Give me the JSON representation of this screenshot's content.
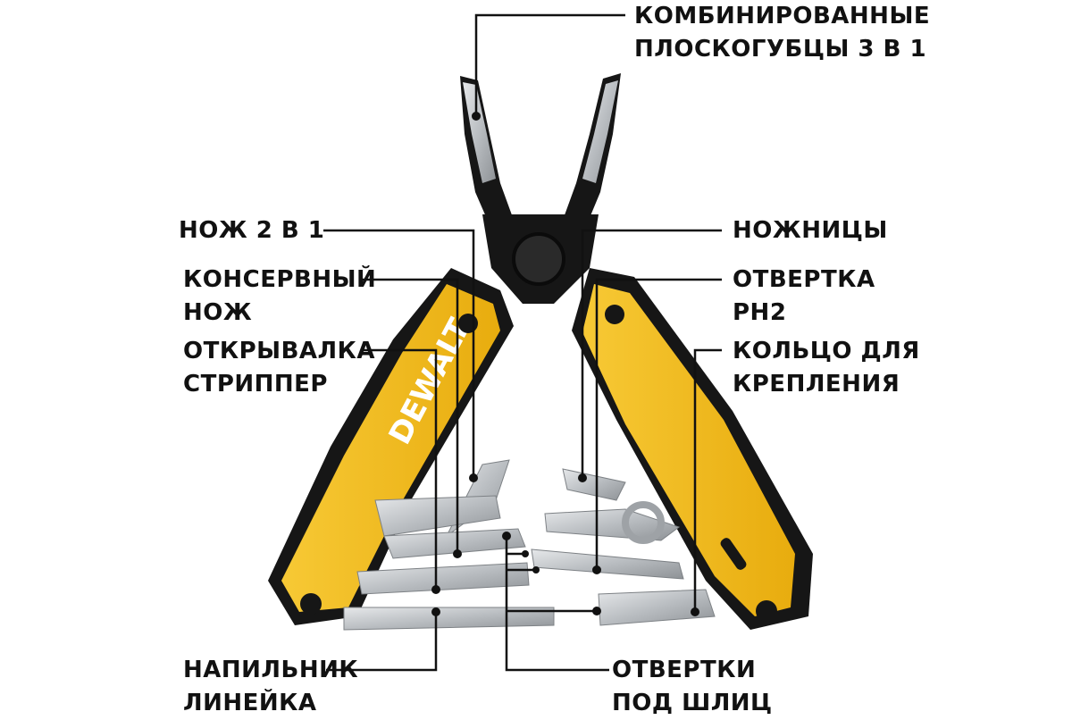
{
  "labels": {
    "pliers": {
      "line1": "КОМБИНИРОВАННЫЕ",
      "line2": "ПЛОСКОГУБЦЫ 3 В 1"
    },
    "knife": {
      "line1": "НОЖ 2 В 1"
    },
    "can_opener": {
      "line1": "КОНСЕРВНЫЙ",
      "line2": "НОЖ"
    },
    "bottle_opener": {
      "line1": "ОТКРЫВАЛКА",
      "line2": "СТРИППЕР"
    },
    "file_ruler": {
      "line1": "НАПИЛЬНИК",
      "line2": "ЛИНЕЙКА"
    },
    "scissors": {
      "line1": "НОЖНИЦЫ"
    },
    "phillips": {
      "line1": "ОТВЕРТКА",
      "line2": "PH2"
    },
    "ring": {
      "line1": "КОЛЬЦО ДЛЯ",
      "line2": "КРЕПЛЕНИЯ"
    },
    "slotted": {
      "line1": "ОТВЕРТКИ",
      "line2": "ПОД ШЛИЦ"
    }
  },
  "brand": {
    "logo_text": "DEWALT"
  },
  "colors": {
    "handle_yellow": "#F5BE1A",
    "handle_black": "#161616",
    "steel": "#C9CCCF",
    "steel_dark": "#8E9296",
    "leader": "#111111"
  }
}
